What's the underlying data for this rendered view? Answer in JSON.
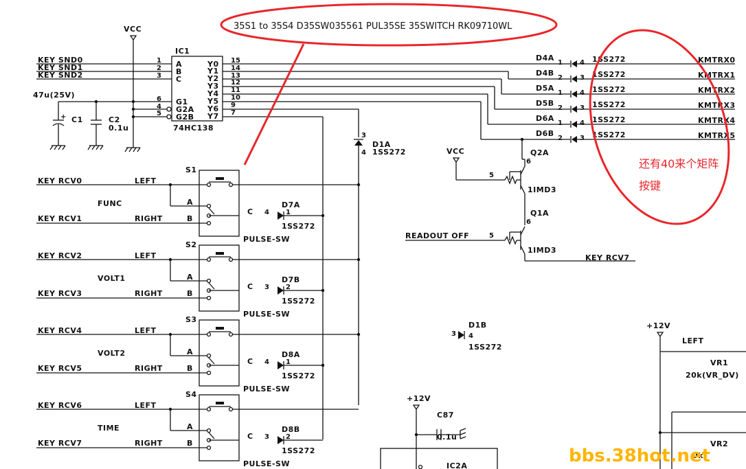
{
  "annotation": {
    "top_note": "35S1 to 35S4      D35SW035561  PUL35SE  35SWITCH  RK09710WL",
    "side_note_line1": "还有40来个矩阵",
    "side_note_line2": "按键"
  },
  "watermark": "bbs.38hot.net",
  "labels": {
    "vcc": "VCC",
    "ic1": "IC1",
    "ic1_part": "74HC138",
    "cap": "47u(25V)",
    "c1": "C1",
    "c2": "C2",
    "c2_val": "0.1u",
    "d1a": "D1A",
    "d1a_part": "1SS272",
    "d1b": "D1B",
    "d1b_part": "1SS272",
    "vcc2": "VCC",
    "q2a": "Q2A",
    "q1a": "Q1A",
    "q_part1": "1IMD3",
    "q_part2": "1IMD3",
    "readout": "READOUT OFF",
    "key_rcv7_r": "KEY RCV7",
    "plus12_a": "+12V",
    "plus12_b": "+12V",
    "c87": "C87",
    "c87_val": "0.1u",
    "ic2a": "IC2A",
    "left_vr": "LEFT",
    "vr1": "VR1",
    "vr1_val": "20k(VR_DV)",
    "vr2": "VR2",
    "vr2_val": "0k"
  },
  "ic1_inputs": [
    "A",
    "B",
    "C",
    "G1",
    "G2A",
    "G2B"
  ],
  "ic1_outputs": [
    "Y0",
    "Y1",
    "Y2",
    "Y3",
    "Y4",
    "Y5",
    "Y6",
    "Y7"
  ],
  "key_snd": [
    "KEY SND0",
    "KEY SND1",
    "KEY SND2"
  ],
  "switches": [
    {
      "name": "S1",
      "func": "FUNC",
      "rcv_a": "KEY RCV0",
      "rcv_b": "KEY RCV1",
      "left": "LEFT",
      "right": "RIGHT",
      "a": "A",
      "b": "B",
      "c": "C",
      "cpin": "4",
      "diode": "D7A",
      "dpin": "1",
      "dpart": "1SS272",
      "part": "PULSE-SW"
    },
    {
      "name": "S2",
      "func": "VOLT1",
      "rcv_a": "KEY RCV2",
      "rcv_b": "KEY RCV3",
      "left": "LEFT",
      "right": "RIGHT",
      "a": "A",
      "b": "B",
      "c": "C",
      "cpin": "3",
      "diode": "D7B",
      "dpin": "2",
      "dpart": "1SS272",
      "part": "PULSE-SW"
    },
    {
      "name": "S3",
      "func": "VOLT2",
      "rcv_a": "KEY RCV4",
      "rcv_b": "KEY RCV5",
      "left": "LEFT",
      "right": "RIGHT",
      "a": "A",
      "b": "B",
      "c": "C",
      "cpin": "4",
      "diode": "D8A",
      "dpin": "1",
      "dpart": "1SS272",
      "part": "PULSE-SW"
    },
    {
      "name": "S4",
      "func": "TIME",
      "rcv_a": "KEY RCV6",
      "rcv_b": "KEY RCV7",
      "left": "LEFT",
      "right": "RIGHT",
      "a": "A",
      "b": "B",
      "c": "C",
      "cpin": "3",
      "diode": "D8B",
      "dpin": "2",
      "dpart": "1SS272",
      "part": "PULSE-SW"
    }
  ],
  "matrix": [
    {
      "diode": "D4A",
      "part": "1SS272",
      "net": "KMTRX0",
      "p1": "1",
      "p2": "4"
    },
    {
      "diode": "D4B",
      "part": "1SS272",
      "net": "KMTRX1",
      "p1": "2",
      "p2": "3"
    },
    {
      "diode": "D5A",
      "part": "1SS272",
      "net": "KMTRX2",
      "p1": "1",
      "p2": "4"
    },
    {
      "diode": "D5B",
      "part": "1SS272",
      "net": "KMTRX3",
      "p1": "2",
      "p2": "3"
    },
    {
      "diode": "D6A",
      "part": "1SS272",
      "net": "KMTRX4",
      "p1": "1",
      "p2": "4"
    },
    {
      "diode": "D6B",
      "part": "1SS272",
      "net": "KMTRX5",
      "p1": "2",
      "p2": "3"
    }
  ]
}
